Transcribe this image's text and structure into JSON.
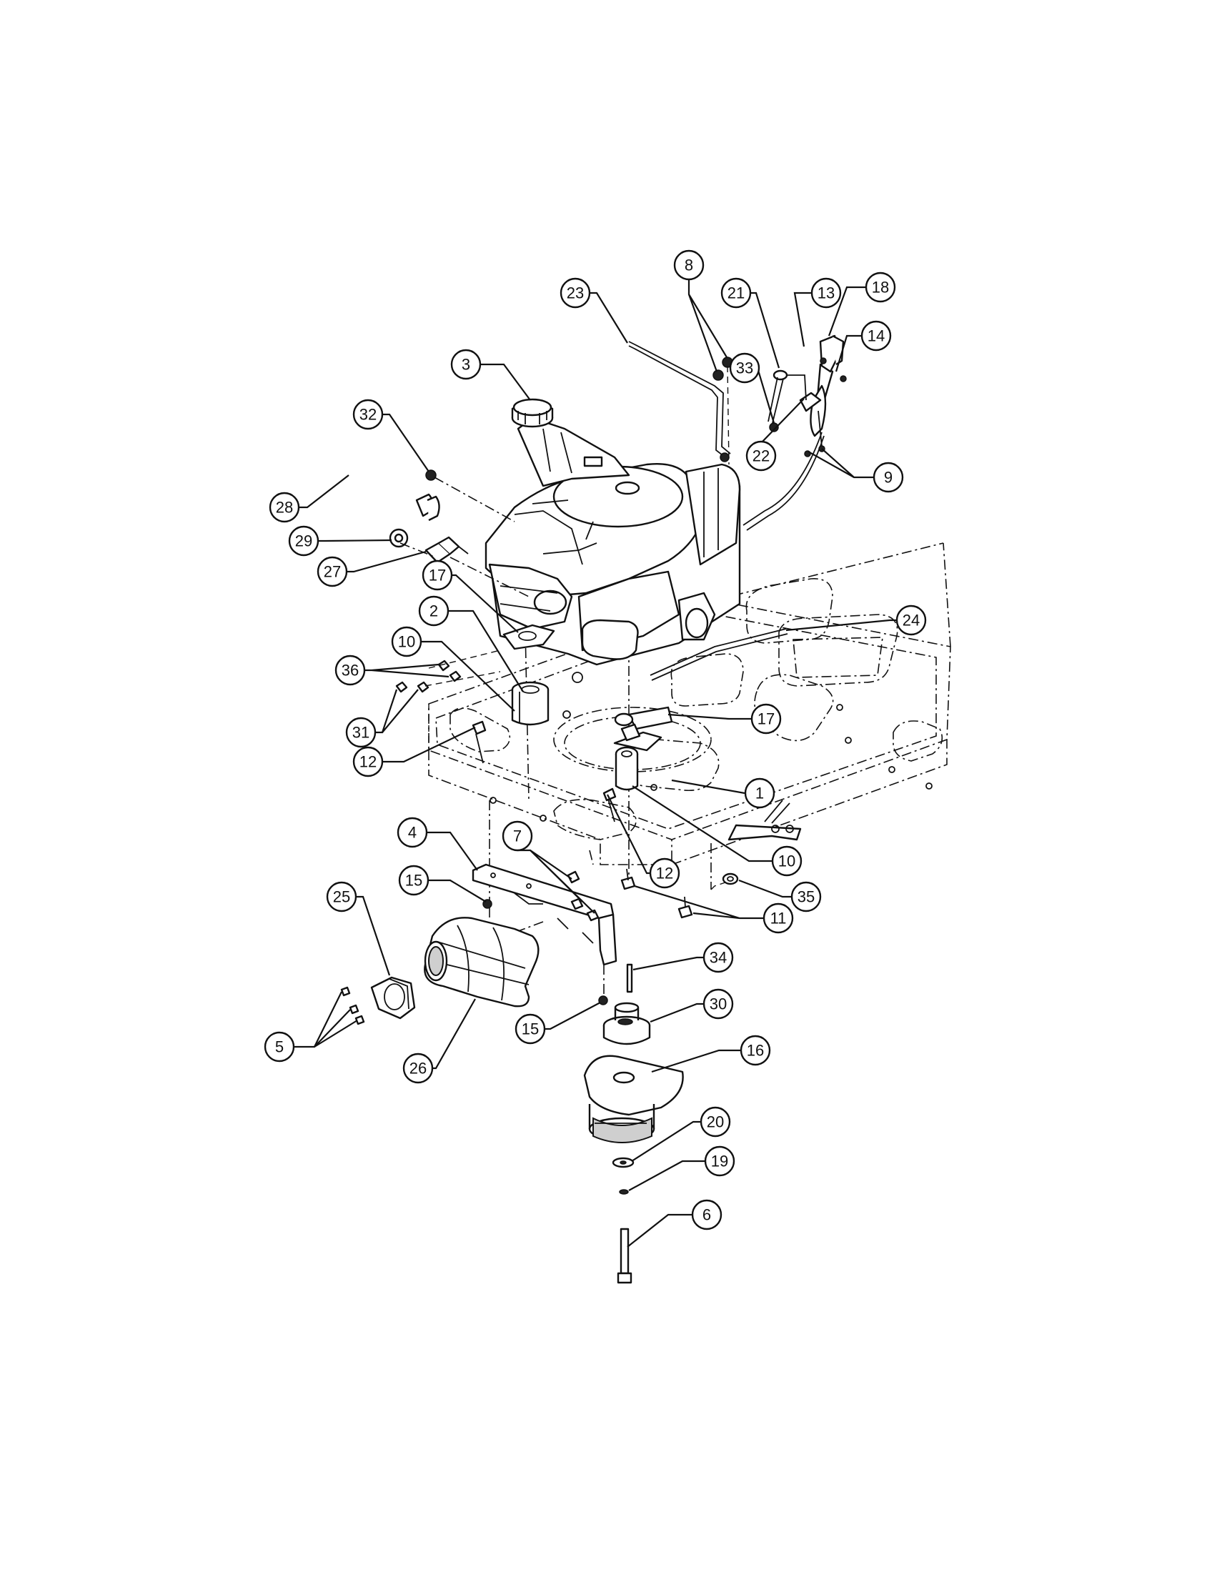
{
  "callouts": [
    {
      "id": "c1",
      "label": "1"
    },
    {
      "id": "c2",
      "label": "2"
    },
    {
      "id": "c3",
      "label": "3"
    },
    {
      "id": "c4",
      "label": "4"
    },
    {
      "id": "c5",
      "label": "5"
    },
    {
      "id": "c6",
      "label": "6"
    },
    {
      "id": "c7",
      "label": "7"
    },
    {
      "id": "c8",
      "label": "8"
    },
    {
      "id": "c9",
      "label": "9"
    },
    {
      "id": "c10a",
      "label": "10"
    },
    {
      "id": "c10b",
      "label": "10"
    },
    {
      "id": "c11",
      "label": "11"
    },
    {
      "id": "c12a",
      "label": "12"
    },
    {
      "id": "c12b",
      "label": "12"
    },
    {
      "id": "c13",
      "label": "13"
    },
    {
      "id": "c14",
      "label": "14"
    },
    {
      "id": "c15a",
      "label": "15"
    },
    {
      "id": "c15b",
      "label": "15"
    },
    {
      "id": "c16",
      "label": "16"
    },
    {
      "id": "c17a",
      "label": "17"
    },
    {
      "id": "c17b",
      "label": "17"
    },
    {
      "id": "c18",
      "label": "18"
    },
    {
      "id": "c19",
      "label": "19"
    },
    {
      "id": "c20",
      "label": "20"
    },
    {
      "id": "c21",
      "label": "21"
    },
    {
      "id": "c22",
      "label": "22"
    },
    {
      "id": "c23",
      "label": "23"
    },
    {
      "id": "c24",
      "label": "24"
    },
    {
      "id": "c25",
      "label": "25"
    },
    {
      "id": "c26",
      "label": "26"
    },
    {
      "id": "c27",
      "label": "27"
    },
    {
      "id": "c28",
      "label": "28"
    },
    {
      "id": "c29",
      "label": "29"
    },
    {
      "id": "c30",
      "label": "30"
    },
    {
      "id": "c31",
      "label": "31"
    },
    {
      "id": "c32",
      "label": "32"
    },
    {
      "id": "c33",
      "label": "33"
    },
    {
      "id": "c34",
      "label": "34"
    },
    {
      "id": "c35",
      "label": "35"
    },
    {
      "id": "c36",
      "label": "36"
    }
  ]
}
